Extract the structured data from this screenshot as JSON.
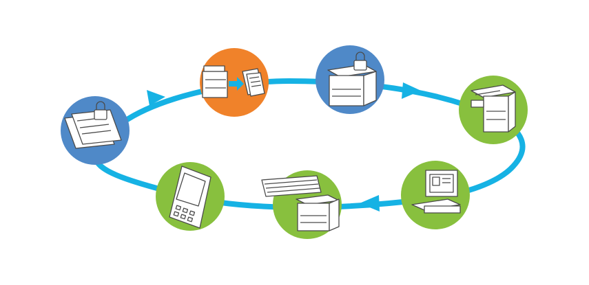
{
  "colors": {
    "background": "#ffffff",
    "cycle_line": "#16b2e4",
    "blue_node": "#4f89c8",
    "orange_node": "#f0822a",
    "green_node": "#88c03e",
    "icon_fill": "#ffffff",
    "icon_stroke": "#4a4a4a"
  },
  "cycle": {
    "direction": "clockwise",
    "arrows_on_path": 4
  },
  "nodes": [
    {
      "id": "secure-document",
      "color": "blue_node",
      "icon": "locked-document-icon"
    },
    {
      "id": "scan-to-copies",
      "color": "orange_node",
      "icon": "mfp-output-pages-icon"
    },
    {
      "id": "locked-printer",
      "color": "blue_node",
      "icon": "locked-printer-icon"
    },
    {
      "id": "large-printer",
      "color": "green_node",
      "icon": "printer-stacker-icon"
    },
    {
      "id": "desktop-computer",
      "color": "green_node",
      "icon": "computer-workstation-icon"
    },
    {
      "id": "printer-with-keyboard",
      "color": "green_node",
      "icon": "printer-keyboard-icon"
    },
    {
      "id": "handheld-device",
      "color": "green_node",
      "icon": "handheld-device-icon"
    }
  ]
}
